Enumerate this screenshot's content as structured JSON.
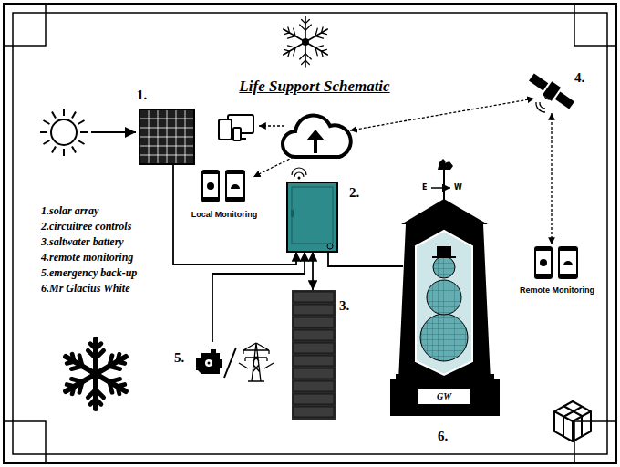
{
  "diagram": {
    "title": "Life Support Schematic",
    "nodes": [
      {
        "text": [
          "1."
        ]
      },
      {
        "text": [
          "2."
        ]
      },
      {
        "text": [
          "3."
        ]
      },
      {
        "text": [
          "4."
        ]
      },
      {
        "text": [
          "5."
        ]
      },
      {
        "text": [
          "Local Monitoring"
        ]
      },
      {
        "text": [
          "Remote Monitoring"
        ]
      },
      {
        "text": [
          "GW",
          "6."
        ]
      }
    ],
    "edges": [
      {
        "from": 0,
        "to": 1,
        "arrow": "to"
      },
      {
        "from": 4,
        "to": 1,
        "arrow": "to"
      },
      {
        "from": 1,
        "to": 2,
        "arrow": "both"
      },
      {
        "from": 1,
        "to": 7,
        "arrow": "none"
      },
      {
        "from": 3,
        "to": 6,
        "arrow": "both"
      }
    ],
    "labels": [
      "1.solar array",
      "2.circuitree controls",
      "3.saltwater battery",
      "4.remote monitoring",
      "5.emergency back-up",
      "6.Mr Glacius White",
      "E",
      "W"
    ]
  }
}
